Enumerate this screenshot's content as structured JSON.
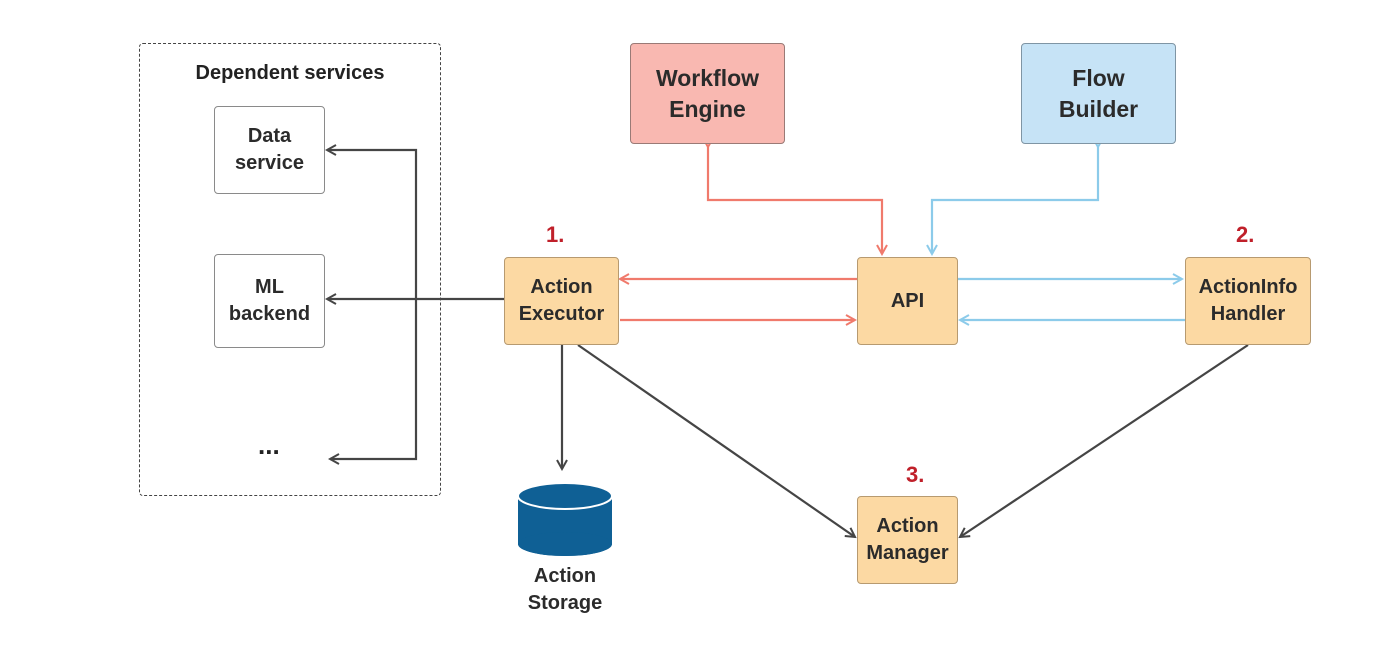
{
  "colors": {
    "red_edge": "#f07a6c",
    "blue_edge": "#8ccbea",
    "dark_edge": "#454545",
    "orange_fill": "#fcd9a3",
    "red_fill": "#f9b8b1",
    "blue_fill": "#c6e3f6",
    "db_fill": "#0f6095",
    "step_color": "#c0202a"
  },
  "group": {
    "title": "Dependent services"
  },
  "nodes": {
    "data_service": "Data\nservice",
    "ml_backend": "ML\nbackend",
    "ellipsis": "...",
    "workflow_engine": "Workflow\nEngine",
    "flow_builder": "Flow\nBuilder",
    "action_executor": "Action\nExecutor",
    "api": "API",
    "actioninfo_handler": "ActionInfo\nHandler",
    "action_manager": "Action\nManager",
    "action_storage": "Action\nStorage"
  },
  "steps": {
    "step1": "1.",
    "step2": "2.",
    "step3": "3."
  },
  "edges": [
    {
      "from": "workflow_engine",
      "to": "api",
      "direction": "both",
      "color": "red"
    },
    {
      "from": "flow_builder",
      "to": "api",
      "direction": "both",
      "color": "blue"
    },
    {
      "from": "api",
      "to": "action_executor",
      "direction": "forward",
      "color": "red"
    },
    {
      "from": "action_executor",
      "to": "api",
      "direction": "forward",
      "color": "red"
    },
    {
      "from": "api",
      "to": "actioninfo_handler",
      "direction": "forward",
      "color": "blue"
    },
    {
      "from": "actioninfo_handler",
      "to": "api",
      "direction": "forward",
      "color": "blue"
    },
    {
      "from": "action_executor",
      "to": "ml_backend",
      "direction": "forward",
      "color": "dark"
    },
    {
      "from": "action_executor",
      "to": "data_service",
      "direction": "forward",
      "color": "dark"
    },
    {
      "from": "action_executor",
      "to": "ellipsis",
      "direction": "forward",
      "color": "dark"
    },
    {
      "from": "action_executor",
      "to": "action_storage",
      "direction": "forward",
      "color": "dark"
    },
    {
      "from": "action_executor",
      "to": "action_manager",
      "direction": "forward",
      "color": "dark"
    },
    {
      "from": "actioninfo_handler",
      "to": "action_manager",
      "direction": "forward",
      "color": "dark"
    }
  ]
}
